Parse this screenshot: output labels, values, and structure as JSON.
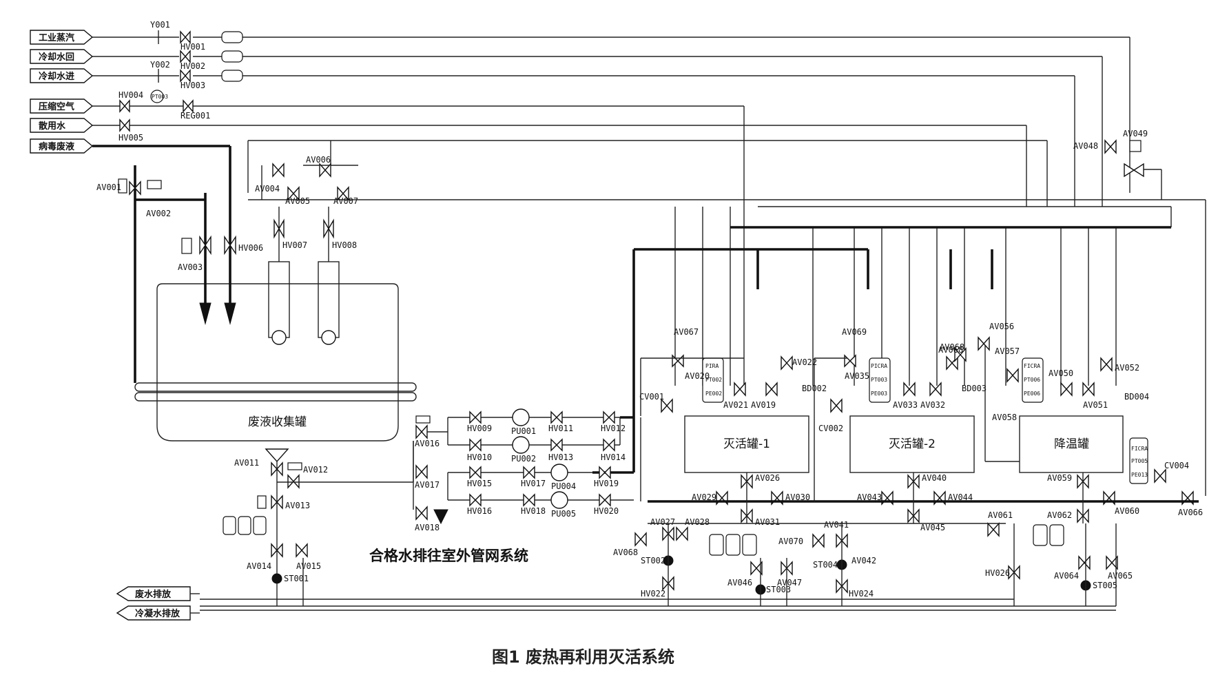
{
  "inlets": [
    {
      "label": "工业蒸汽"
    },
    {
      "label": "冷却水回"
    },
    {
      "label": "冷却水进"
    },
    {
      "label": "压缩空气"
    },
    {
      "label": "散用水"
    },
    {
      "label": "病毒废液"
    }
  ],
  "outlets": [
    {
      "label": "废水排放"
    },
    {
      "label": "冷凝水排放"
    }
  ],
  "tanks": {
    "collector": "废液收集罐",
    "inact1": "灭活罐-1",
    "inact2": "灭活罐-2",
    "cooling": "降温罐"
  },
  "discharge_note": "合格水排往室外管网系统",
  "caption": "图1    废热再利用灭活系统",
  "tags": [
    "Y001",
    "Y002",
    "HV001",
    "HV002",
    "HV003",
    "HV004",
    "HV005",
    "HV006",
    "HV007",
    "HV008",
    "PT003",
    "REG001",
    "AV001",
    "AV002",
    "AV003",
    "AV004",
    "AV005",
    "AV006",
    "AV007",
    "AV011",
    "AV012",
    "AV013",
    "AV014",
    "AV015",
    "ST001",
    "AV016",
    "AV017",
    "AV018",
    "HV009",
    "HV010",
    "HV011",
    "HV012",
    "HV013",
    "HV014",
    "HV015",
    "HV016",
    "HV017",
    "HV018",
    "HV019",
    "HV020",
    "PU001",
    "PU002",
    "PU004",
    "PU005",
    "AV067",
    "AV020",
    "AV021",
    "AV019",
    "AV022",
    "BD002",
    "CV001",
    "AV026",
    "AV029",
    "AV030",
    "AV031",
    "AV027",
    "AV028",
    "AV068",
    "ST002",
    "HV022",
    "AV069",
    "AV035",
    "AV033",
    "AV032",
    "AV068",
    "BD003",
    "CV002",
    "AV040",
    "AV043",
    "AV044",
    "AV045",
    "AV041",
    "AV070",
    "AV046",
    "ST003",
    "AV047",
    "ST004",
    "AV042",
    "HV024",
    "AV056",
    "AV057",
    "AV058",
    "AV050",
    "AV051",
    "AV052",
    "BD004",
    "CV004",
    "AV059",
    "AV060",
    "AV066",
    "AV061",
    "HV026",
    "AV062",
    "AV064",
    "ST005",
    "AV065",
    "AV048",
    "AV049"
  ]
}
